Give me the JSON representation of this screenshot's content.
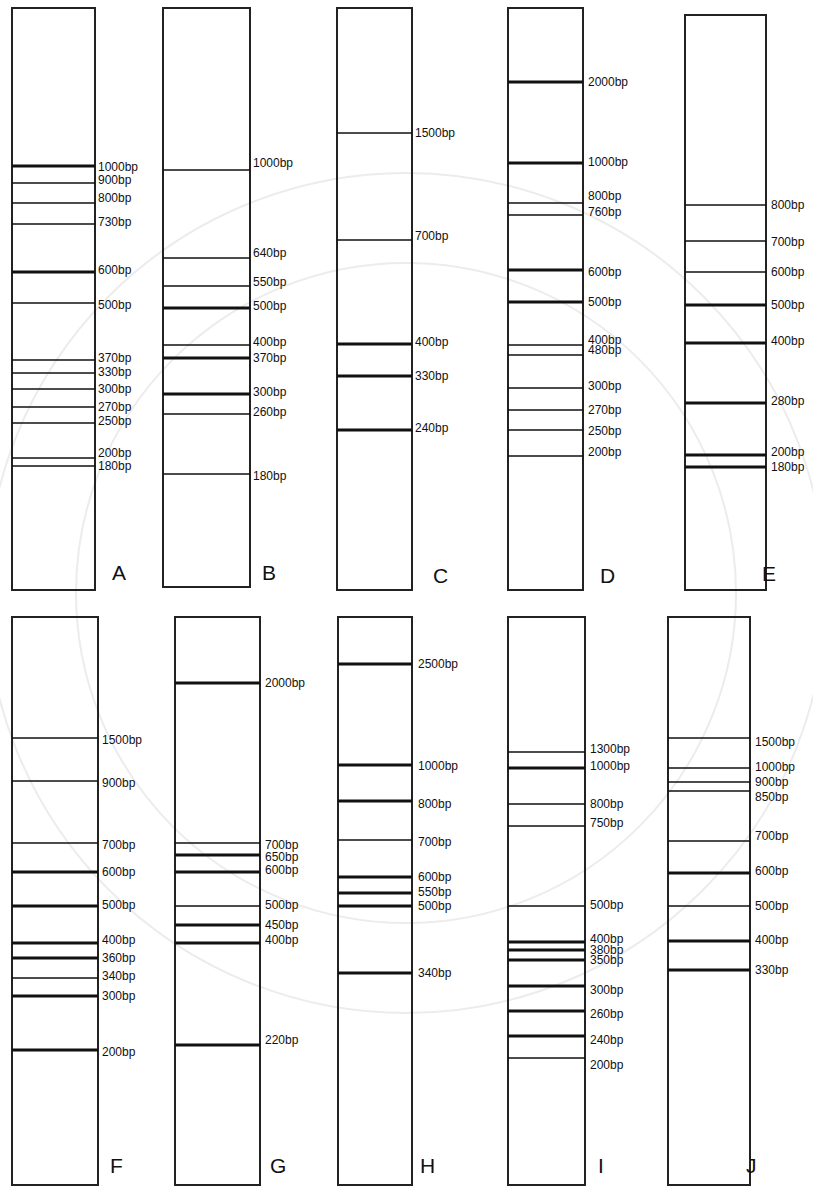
{
  "diagram": {
    "labels": [
      "1000bp",
      "900bp",
      "800bp",
      "730bp",
      "600bp",
      "500bp",
      "370bp",
      "330bp",
      "300bp",
      "270bp",
      "250bp",
      "200bp",
      "180bp",
      "A",
      "1000bp",
      "640bp",
      "550bp",
      "500bp",
      "400bp",
      "370bp",
      "300bp",
      "260bp",
      "180bp",
      "B",
      "1500bp",
      "700bp",
      "400bp",
      "330bp",
      "240bp",
      "C",
      "2000bp",
      "1000bp",
      "800bp",
      "760bp",
      "600bp",
      "500bp",
      "400bp",
      "480bp",
      "300bp",
      "270bp",
      "250bp",
      "200bp",
      "D",
      "800bp",
      "700bp",
      "600bp",
      "500bp",
      "400bp",
      "280bp",
      "200bp",
      "180bp",
      "E",
      "1500bp",
      "900bp",
      "700bp",
      "600bp",
      "500bp",
      "400bp",
      "360bp",
      "340bp",
      "300bp",
      "200bp",
      "F",
      "2000bp",
      "700bp",
      "650bp",
      "600bp",
      "500bp",
      "450bp",
      "400bp",
      "220bp",
      "G",
      "2500bp",
      "1000bp",
      "800bp",
      "700bp",
      "600bp",
      "550bp",
      "500bp",
      "340bp",
      "H",
      "1300bp",
      "1000bp",
      "800bp",
      "750bp",
      "500bp",
      "400bp",
      "380bp",
      "350bp",
      "300bp",
      "260bp",
      "240bp",
      "200bp",
      "I",
      "1500bp",
      "1000bp",
      "900bp",
      "850bp",
      "700bp",
      "600bp",
      "500bp",
      "400bp",
      "330bp",
      "J"
    ]
  }
}
